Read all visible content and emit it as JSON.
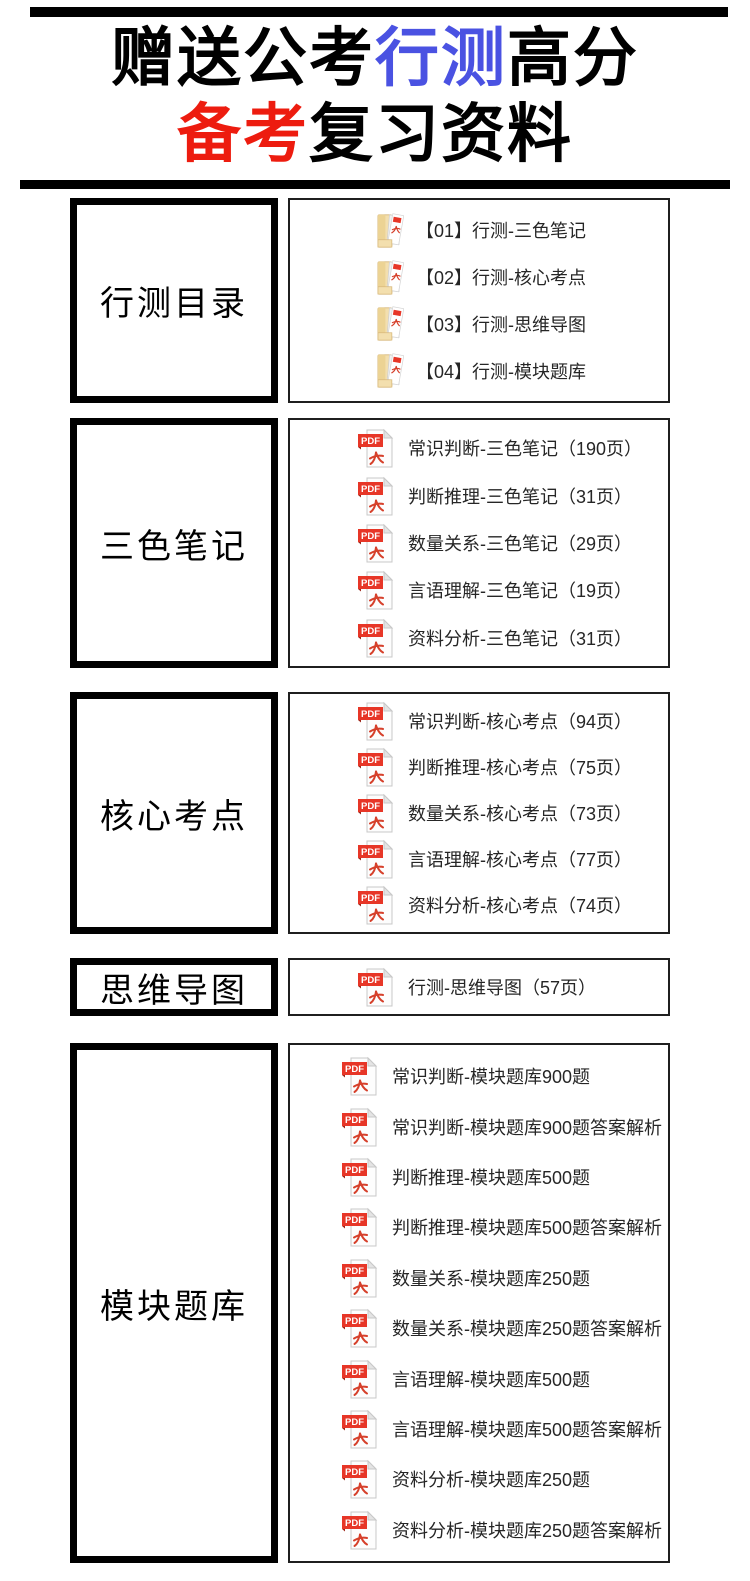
{
  "title": {
    "lines": [
      {
        "segments": [
          {
            "text": "赠送公考",
            "color": "#000000"
          },
          {
            "text": "行测",
            "color": "#4a52e2"
          },
          {
            "text": "高分",
            "color": "#000000"
          }
        ]
      },
      {
        "segments": [
          {
            "text": "备考",
            "color": "#ed1c0f"
          },
          {
            "text": "复习资料",
            "color": "#000000"
          }
        ]
      }
    ]
  },
  "colors": {
    "accent_blue": "#4a52e2",
    "accent_red": "#ed1c0f",
    "pdf_banner_red": "#e73627",
    "pdf_glyph_red": "#d6402b",
    "folder_tan": "#f3dfae",
    "divider_black": "#000000"
  },
  "icons": {
    "folder": "pdf-folder-icon",
    "pdf": "pdf-file-icon"
  },
  "sections": [
    {
      "id": "xingce-catalog",
      "label": "行测目录",
      "icon": "pdf-folder-icon",
      "items": [
        "【01】行测-三色笔记",
        "【02】行测-核心考点",
        "【03】行测-思维导图",
        "【04】行测-模块题库"
      ]
    },
    {
      "id": "three-color-notes",
      "label": "三色笔记",
      "icon": "pdf-file-icon",
      "items": [
        "常识判断-三色笔记（190页）",
        "判断推理-三色笔记（31页）",
        "数量关系-三色笔记（29页）",
        "言语理解-三色笔记（19页）",
        "资料分析-三色笔记（31页）"
      ]
    },
    {
      "id": "core-points",
      "label": "核心考点",
      "icon": "pdf-file-icon",
      "items": [
        "常识判断-核心考点（94页）",
        "判断推理-核心考点（75页）",
        "数量关系-核心考点（73页）",
        "言语理解-核心考点（77页）",
        "资料分析-核心考点（74页）"
      ]
    },
    {
      "id": "mind-map",
      "label": "思维导图",
      "icon": "pdf-file-icon",
      "items": [
        "行测-思维导图（57页）"
      ]
    },
    {
      "id": "module-question-bank",
      "label": "模块题库",
      "icon": "pdf-file-icon",
      "items": [
        "常识判断-模块题库900题",
        "常识判断-模块题库900题答案解析",
        "判断推理-模块题库500题",
        "判断推理-模块题库500题答案解析",
        "数量关系-模块题库250题",
        "数量关系-模块题库250题答案解析",
        "言语理解-模块题库500题",
        "言语理解-模块题库500题答案解析",
        "资料分析-模块题库250题",
        "资料分析-模块题库250题答案解析"
      ]
    }
  ]
}
